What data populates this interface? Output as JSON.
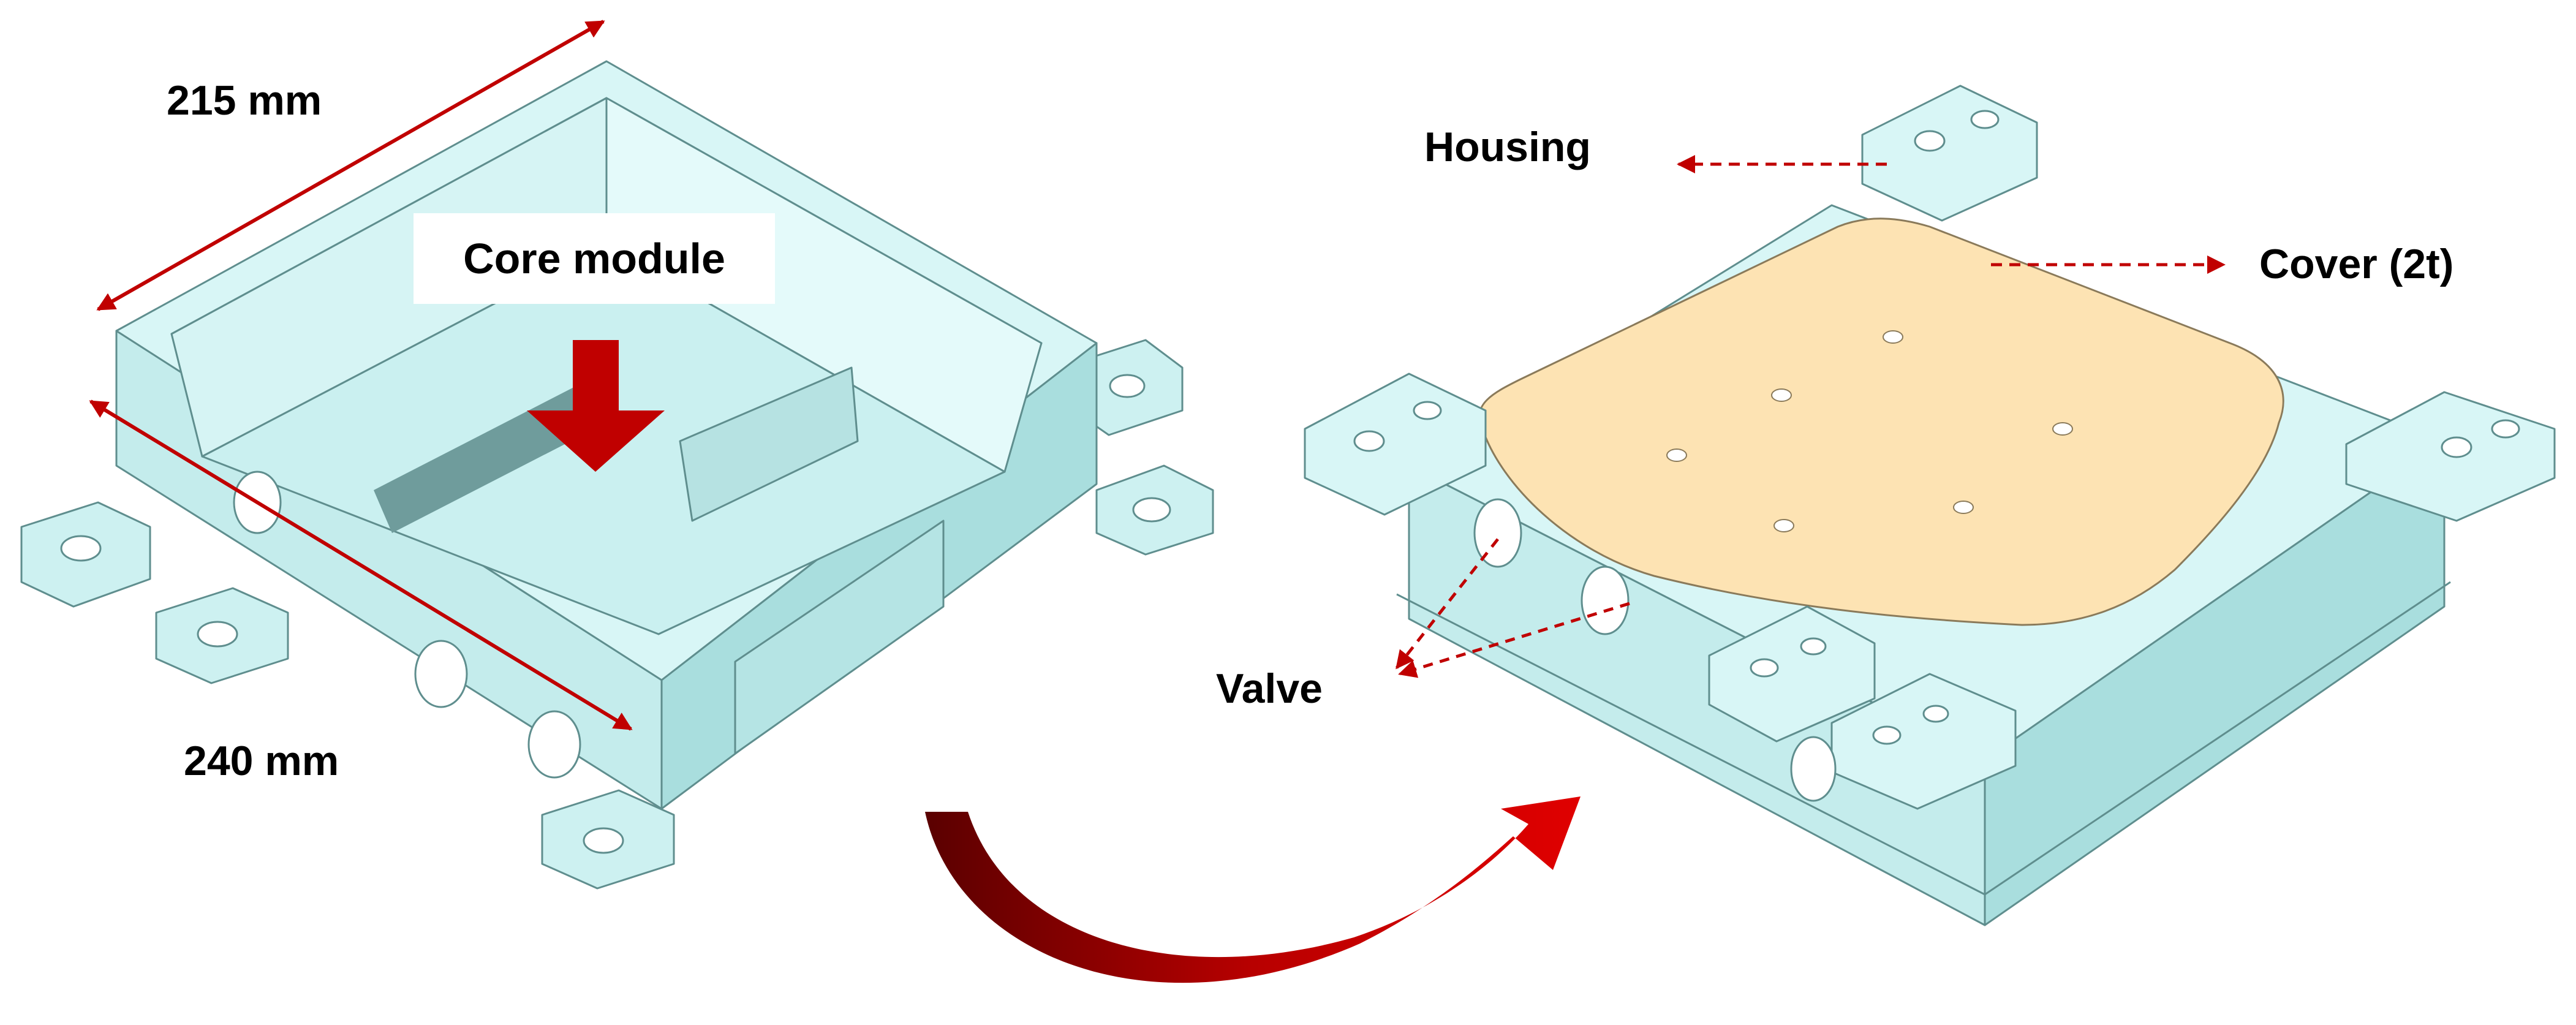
{
  "labels": {
    "width_dim": "215 mm",
    "depth_dim": "240 mm",
    "core_module": "Core module",
    "housing": "Housing",
    "cover": "Cover (2t)",
    "valve": "Valve"
  },
  "colors": {
    "body": "#cdf1f1",
    "body_shade": "#a9dede",
    "edge": "#5f8e8e",
    "cover": "#fde3b3",
    "arrow": "#c00000",
    "text": "#000000"
  }
}
